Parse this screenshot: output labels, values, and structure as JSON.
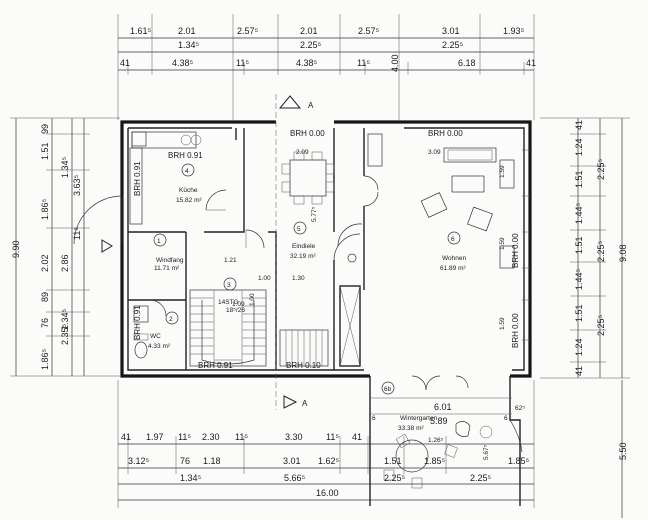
{
  "dimensions": {
    "top_row1": [
      "1.61⁵",
      "2.01",
      "2.57⁵",
      "2.01",
      "2.57⁵",
      "3.01",
      "1.93⁵"
    ],
    "top_row2": [
      "1.34⁵",
      "2.25⁵",
      "2.25⁵"
    ],
    "top_row3": [
      "41",
      "4.38⁵",
      "11⁵",
      "4.38⁵",
      "11⁵",
      "4.00",
      "6.18",
      "41"
    ],
    "bottom_row1": [
      "41",
      "1.97",
      "11⁵",
      "2.30",
      "11⁵",
      "3.30",
      "11⁵",
      "41"
    ],
    "bottom_row2": [
      "3.12⁵",
      "76",
      "1.18",
      "3.01",
      "1.62⁵",
      "1.51",
      "1.85⁵",
      "1.85⁵"
    ],
    "bottom_row3": [
      "1.34⁵",
      "5.66⁵",
      "2.25⁵",
      "2.25⁵"
    ],
    "bottom_total": "16.00",
    "left_outer": "9.90",
    "left_mid": [
      "99",
      "1.51",
      "1.34⁵",
      "1.86⁵",
      "2.02",
      "89",
      "76",
      "2.35⁵",
      "1.86⁵"
    ],
    "left_inner": [
      "3.63⁵",
      "2.86",
      "1.34⁵",
      "11⁵"
    ],
    "right_outer": "9.08",
    "right_inner": [
      "41",
      "1.24",
      "1.51",
      "1.44⁵",
      "1.51",
      "1.44⁵",
      "1.51",
      "1.24",
      "41"
    ],
    "right_far": [
      "2.25⁵",
      "2.25⁵",
      "2.25⁵",
      "9.08"
    ],
    "right_lower": "5.50",
    "winter_width": "6.01",
    "winter_inner": "5.89",
    "winter_small": [
      "62⁵",
      "6",
      "6",
      "1.26⁵",
      "5.67⁵"
    ]
  },
  "rooms": {
    "kueche": {
      "number": "4",
      "name": "Küche",
      "area": "15.82 m²"
    },
    "windfang": {
      "number": "1",
      "name": "Windfang",
      "area": "11.71 m²"
    },
    "wc": {
      "number": "2",
      "name": "WC",
      "area": "4.33 m²"
    },
    "stair": {
      "number": "3"
    },
    "diele": {
      "number": "5",
      "name": "Eindiele",
      "area": "32.19 m²"
    },
    "wohnen": {
      "number": "6",
      "name": "Wohnen",
      "area": "61.89 m²"
    },
    "winter": {
      "number": "6b",
      "name": "Wintergarten",
      "area": "33.38 m²"
    }
  },
  "annotations": {
    "brh_kitchen": "BRH 0.91",
    "brh_kitchen_side": "BRH 0.91",
    "brh_diele": "BRH 0.00",
    "brh_wohnen": "BRH 0.00",
    "brh_wohnen_side1": "BRH 0.00",
    "brh_wohnen_side2": "BRH 0.00",
    "brh_wc": "BRH 0.91",
    "brh_stair": "BRH 0.91",
    "brh_bottom": "BRH 0.10",
    "stairs": "14STG",
    "stair_ratio": "18⁵/26",
    "d_209": "2.09",
    "d_309": "3.09",
    "d_121": "1.21",
    "d_109": "1.09",
    "d_100a": "1.00",
    "d_100b": "1.00",
    "d_130": "1.30",
    "d_577": "5.77⁵",
    "d_159a": "1.59",
    "d_159b": "1.59",
    "d_159c": "1.59",
    "section_mark": "A"
  }
}
